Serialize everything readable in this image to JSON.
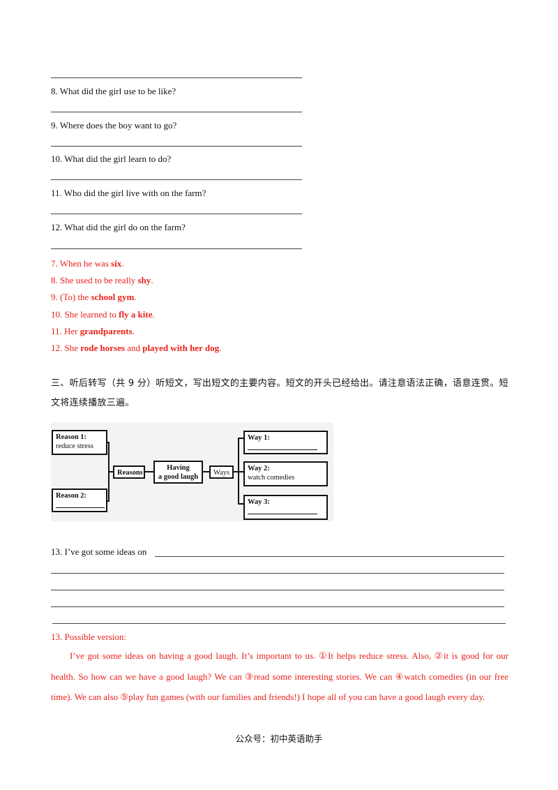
{
  "questions": [
    {
      "text": "8. What did the girl use to be like?"
    },
    {
      "text": "9. Where does the boy want to go?"
    },
    {
      "text": "10. What did the girl learn to do?"
    },
    {
      "text": "11. Who did the girl live with on the farm?"
    },
    {
      "text": "12. What did the girl do on the farm?"
    }
  ],
  "answers": [
    {
      "pre": "7. When he was ",
      "bold": "six",
      "post": "."
    },
    {
      "pre": "8. She used to be really ",
      "bold": "shy",
      "post": "."
    },
    {
      "pre": "9. (To) the ",
      "bold": "school gym",
      "post": "."
    },
    {
      "pre": "10. She learned to ",
      "bold": "fly a kite",
      "post": "."
    },
    {
      "pre": "11. Her ",
      "bold": "grandparents",
      "post": "."
    },
    {
      "pre": "12. She ",
      "bold": "rode horses",
      "mid": " and ",
      "bold2": "played with her dog",
      "post": "."
    }
  ],
  "section3": {
    "instructions": "三、听后转写（共 9 分）听短文，写出短文的主要内容。短文的开头已经给出。请注意语法正确，语意连贯。短文将连续播放三遍。"
  },
  "diagram": {
    "reason1_title": "Reason 1:",
    "reason1_text": "reduce stress",
    "reason2_title": "Reason 2:",
    "reasons_label": "Reasons",
    "center_line1": "Having",
    "center_line2": "a good laugh",
    "ways_label": "Ways",
    "way1_title": "Way 1:",
    "way2_title": "Way 2:",
    "way2_text": "watch comedies",
    "way3_title": "Way 3:"
  },
  "q13": {
    "prompt": "13. I’ve got some ideas on",
    "answer_title": "13. Possible version:",
    "answer_text": "I’ve got some ideas on having a good laugh. It’s important to us. ①It helps reduce stress. Also, ②it is good for our health. So how can we have a good laugh? We can ③read some interesting stories. We can ④watch comedies (in our free time). We can also ⑤play fun games (with our families and friends!) I hope all of you can have a good laugh every day."
  },
  "footer": "公众号：初中英语助手"
}
